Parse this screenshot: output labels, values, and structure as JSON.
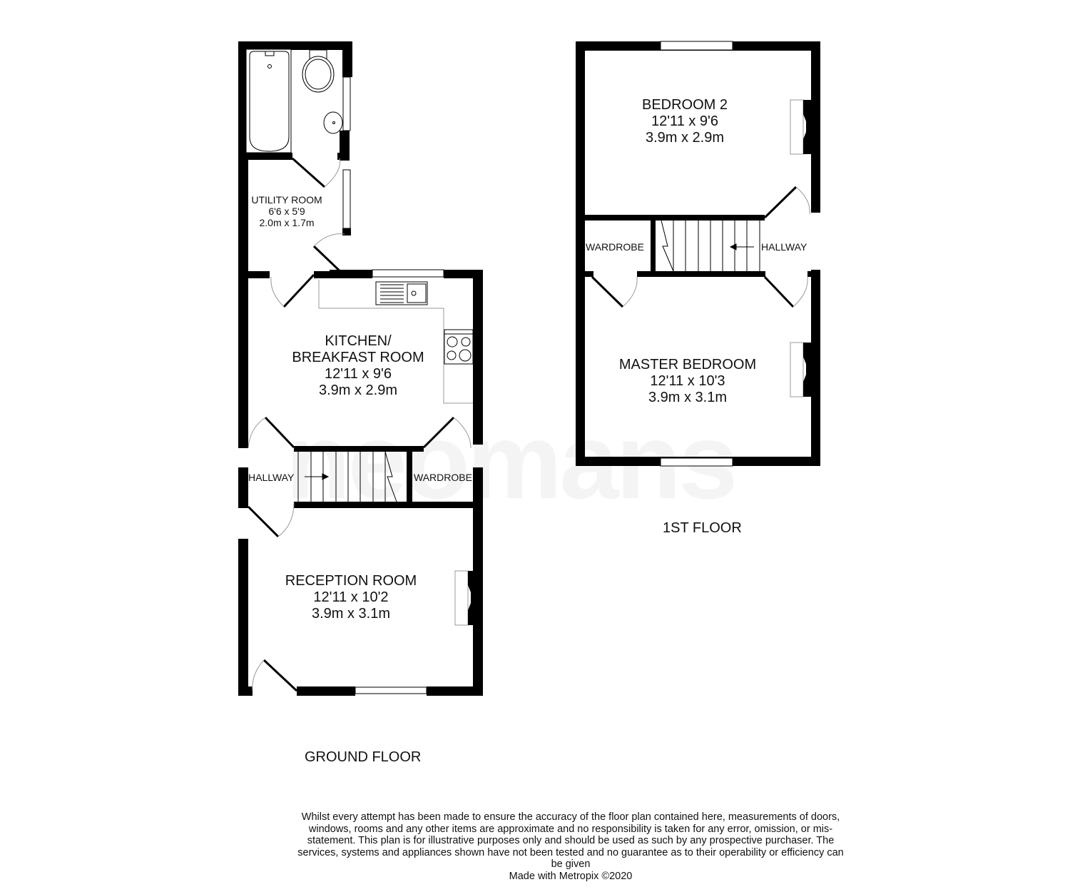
{
  "watermark": "neomans",
  "ground_floor": {
    "label": "GROUND FLOOR",
    "rooms": [
      {
        "id": "utility",
        "name": "UTILITY ROOM",
        "imperial": "6'6 x 5'9",
        "metric": "2.0m x 1.7m"
      },
      {
        "id": "kitchen",
        "name_line1": "KITCHEN/",
        "name_line2": "BREAKFAST ROOM",
        "imperial": "12'11 x 9'6",
        "metric": "3.9m x 2.9m"
      },
      {
        "id": "hallway",
        "name": "HALLWAY"
      },
      {
        "id": "wardrobe",
        "name": "WARDROBE"
      },
      {
        "id": "reception",
        "name": "RECEPTION ROOM",
        "imperial": "12'11 x 10'2",
        "metric": "3.9m x 3.1m"
      }
    ]
  },
  "first_floor": {
    "label": "1ST FLOOR",
    "rooms": [
      {
        "id": "bedroom2",
        "name": "BEDROOM 2",
        "imperial": "12'11 x 9'6",
        "metric": "3.9m x 2.9m"
      },
      {
        "id": "wardrobe",
        "name": "WARDROBE"
      },
      {
        "id": "hallway",
        "name": "HALLWAY"
      },
      {
        "id": "master",
        "name": "MASTER BEDROOM",
        "imperial": "12'11 x 10'3",
        "metric": "3.9m x 3.1m"
      }
    ]
  },
  "disclaimer": {
    "text": "Whilst every attempt has been made to ensure the accuracy of the floor plan contained here, measurements of doors, windows, rooms and any other items are approximate and no responsibility is taken for any error, omission, or mis-statement. This plan is for illustrative purposes only and should be used as such by any prospective purchaser. The services, systems and appliances shown have not been tested and no guarantee as to their operability or efficiency can be given",
    "credit": "Made with Metropix ©2020"
  },
  "colors": {
    "wall": "#000000",
    "fixture_line": "#999999",
    "background": "#ffffff",
    "watermark": "#f4f4f4"
  }
}
